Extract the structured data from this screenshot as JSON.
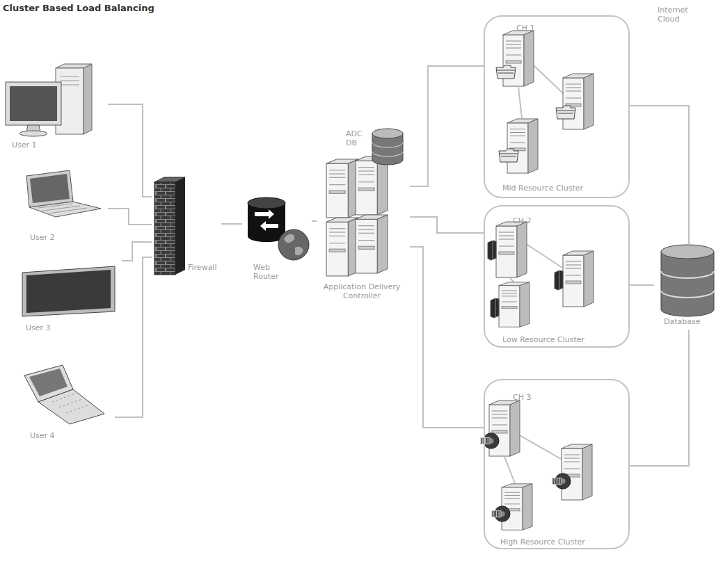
{
  "diagram": {
    "title": "Cluster Based Load Balancing",
    "nodes": [
      {
        "text": [
          "User 1"
        ]
      },
      {
        "text": [
          "User 2"
        ]
      },
      {
        "text": [
          "User 3"
        ]
      },
      {
        "text": [
          "User 4"
        ]
      },
      {
        "text": [
          "Firewall"
        ]
      },
      {
        "text": [
          "Web Router"
        ]
      },
      {
        "text": [
          "ADC DB"
        ]
      },
      {
        "text": [
          "Application Delivery Controller"
        ]
      },
      {
        "text": [
          "CH 1",
          "Mid Resource Cluster"
        ]
      },
      {
        "text": [
          "CH 2",
          "Low Resource Cluster"
        ]
      },
      {
        "text": [
          "CH 3",
          "High Resource Cluster"
        ]
      },
      {
        "text": [
          "Database"
        ]
      }
    ],
    "edges": [
      {
        "from": 0,
        "to": 4,
        "arrow": "none"
      },
      {
        "from": 1,
        "to": 4,
        "arrow": "none"
      },
      {
        "from": 2,
        "to": 4,
        "arrow": "none"
      },
      {
        "from": 3,
        "to": 4,
        "arrow": "none"
      },
      {
        "from": 4,
        "to": 5,
        "arrow": "none"
      },
      {
        "from": 5,
        "to": 7,
        "arrow": "none"
      },
      {
        "from": 7,
        "to": 8,
        "arrow": "none"
      },
      {
        "from": 7,
        "to": 9,
        "arrow": "none"
      },
      {
        "from": 7,
        "to": 10,
        "arrow": "none"
      },
      {
        "from": 8,
        "to": 11,
        "arrow": "none"
      },
      {
        "from": 9,
        "to": 11,
        "arrow": "none"
      },
      {
        "from": 10,
        "to": 11,
        "arrow": "none"
      }
    ],
    "labels": [
      "Internet Cloud"
    ]
  }
}
